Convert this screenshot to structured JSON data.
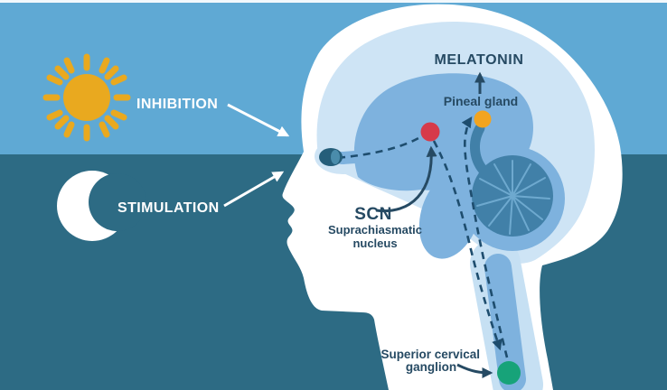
{
  "figure": {
    "description": "Melatonin regulation pathway diagram: light inhibits and darkness stimulates melatonin secretion via SCN, superior cervical ganglion and pineal gland"
  },
  "labels": {
    "inhibition": "INHIBITION",
    "stimulation": "STIMULATION",
    "melatonin": "MELATONIN",
    "pineal_gland": "Pineal gland",
    "scn": {
      "abbr": "SCN",
      "line1": "Suprachiasmatic",
      "line2": "nucleus"
    },
    "scg": {
      "line1": "Superior cervical",
      "line2": "ganglion"
    }
  },
  "icons": {
    "sun": "sun-icon",
    "moon": "moon-icon"
  },
  "colors": {
    "sky": "#5fa9d4",
    "sea": "#2d6b84",
    "head": "#ffffff",
    "skull_interior": "#cee4f5",
    "brain": "#7eb2de",
    "cerebellum": "#4180a8",
    "cerebellum_lines": "#6ea9cf",
    "neck_band_outer": "#c6e0f3",
    "eye": "#255e7a",
    "sun_fill": "#e9a91f",
    "moon_fill": "#ffffff",
    "scn_dot": "#d63a4a",
    "pineal_dot": "#f2a41f",
    "ganglion_dot": "#17a379",
    "text_dark": "#264a63",
    "dashed_path": "#1e4d6e",
    "arrow_white": "#ffffff"
  }
}
